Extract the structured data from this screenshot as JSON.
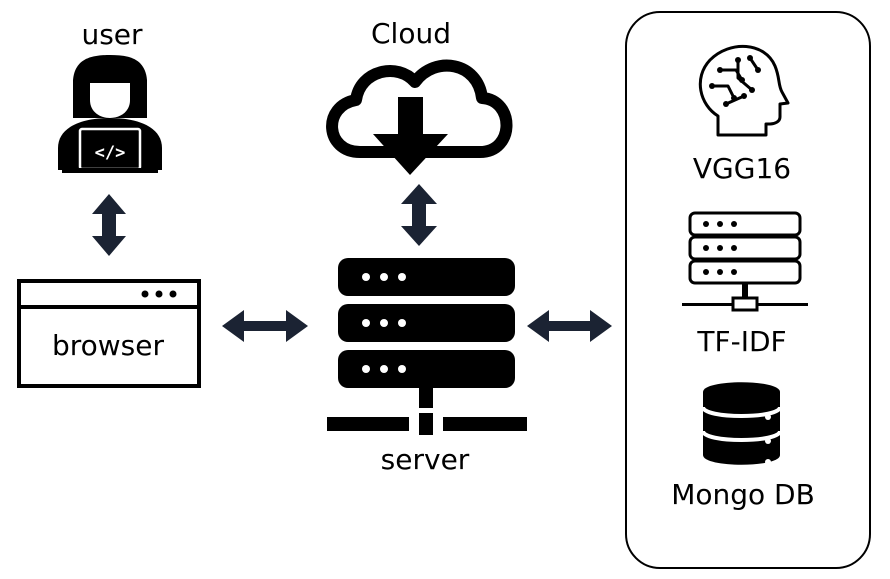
{
  "nodes": {
    "user": {
      "label": "user",
      "icon": "user-coding-laptop-icon"
    },
    "cloud": {
      "label": "Cloud",
      "icon": "cloud-download-icon"
    },
    "browser": {
      "label": "browser",
      "icon": "browser-window-icon"
    },
    "server": {
      "label": "server",
      "icon": "server-rack-icon"
    }
  },
  "backend_panel": {
    "items": [
      {
        "label": "VGG16",
        "icon": "ai-brain-icon"
      },
      {
        "label": "TF-IDF",
        "icon": "server-network-icon"
      },
      {
        "label": "Mongo DB",
        "icon": "database-icon"
      }
    ]
  },
  "connections": [
    {
      "from": "user",
      "to": "browser",
      "direction": "both"
    },
    {
      "from": "cloud",
      "to": "server",
      "direction": "both"
    },
    {
      "from": "browser",
      "to": "server",
      "direction": "both"
    },
    {
      "from": "server",
      "to": "backend_panel",
      "direction": "both"
    }
  ],
  "colors": {
    "ink": "#000000",
    "arrow": "#1b2333",
    "panel_border": "#000000",
    "background": "#ffffff"
  }
}
